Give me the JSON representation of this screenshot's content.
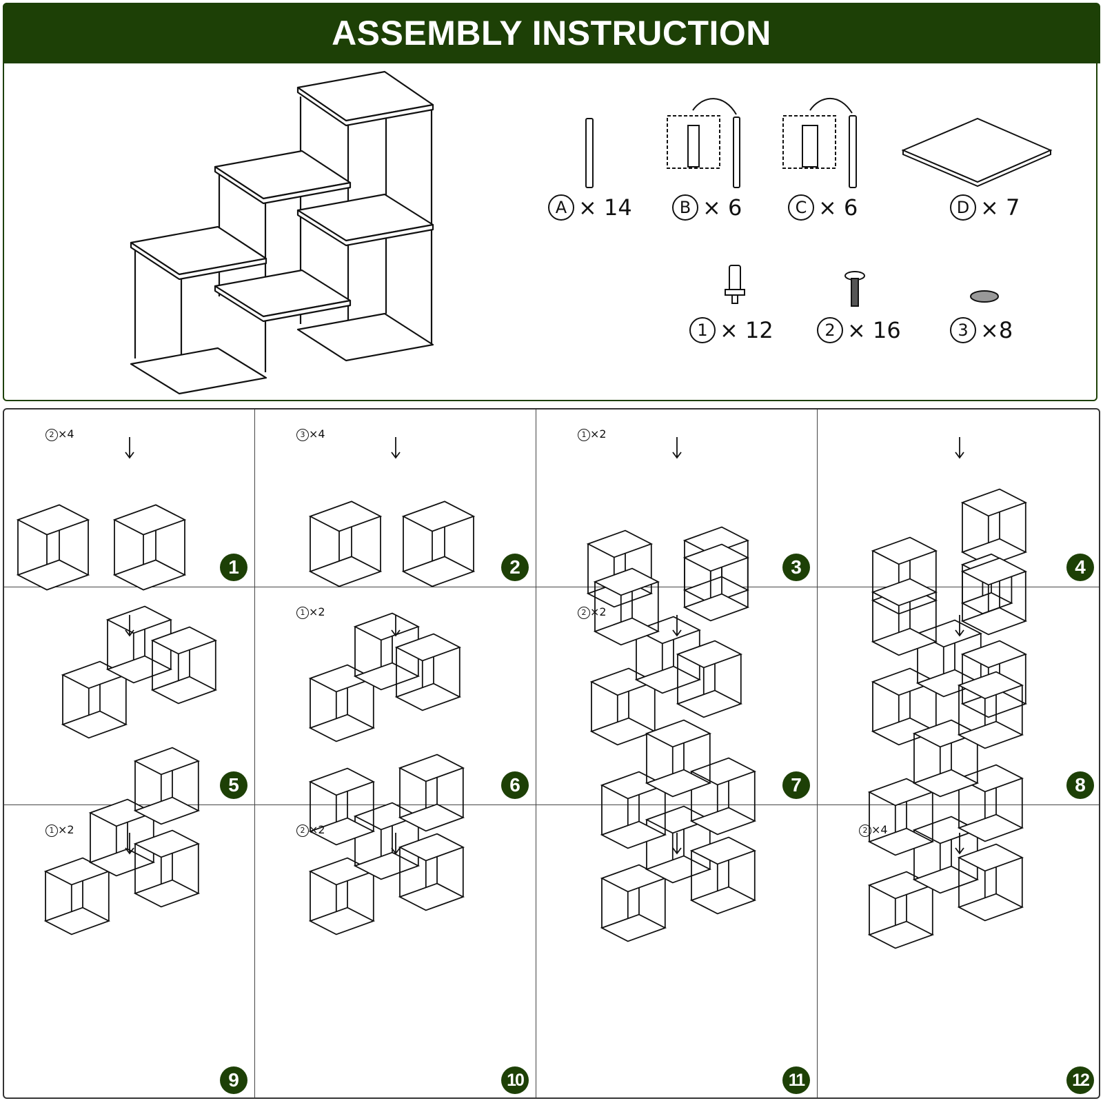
{
  "header": {
    "title": "ASSEMBLY INSTRUCTION"
  },
  "parts": [
    {
      "symbol": "A",
      "count": "× 14"
    },
    {
      "symbol": "B",
      "count": "× 6"
    },
    {
      "symbol": "C",
      "count": "× 6"
    },
    {
      "symbol": "D",
      "count": "× 7"
    },
    {
      "symbol": "1",
      "count": "× 12"
    },
    {
      "symbol": "2",
      "count": "× 16"
    },
    {
      "symbol": "3",
      "count": "×8"
    }
  ],
  "steps": [
    {
      "number": "1",
      "note": "×4",
      "note_symbol": "2"
    },
    {
      "number": "2",
      "note": "×4",
      "note_symbol": "3"
    },
    {
      "number": "3",
      "note": "×2",
      "note_symbol": "1"
    },
    {
      "number": "4"
    },
    {
      "number": "5"
    },
    {
      "number": "6",
      "note": "×2",
      "note_symbol": "1"
    },
    {
      "number": "7",
      "note": "×2",
      "note_symbol": "2"
    },
    {
      "number": "8"
    },
    {
      "number": "9",
      "note": "×2",
      "note_symbol": "1"
    },
    {
      "number": "10",
      "note": "×2",
      "note_symbol": "2"
    },
    {
      "number": "11"
    },
    {
      "number": "12",
      "note": "×4",
      "note_symbol": "2"
    }
  ],
  "colors": {
    "brand_green": "#1d4006",
    "line": "#111111"
  }
}
